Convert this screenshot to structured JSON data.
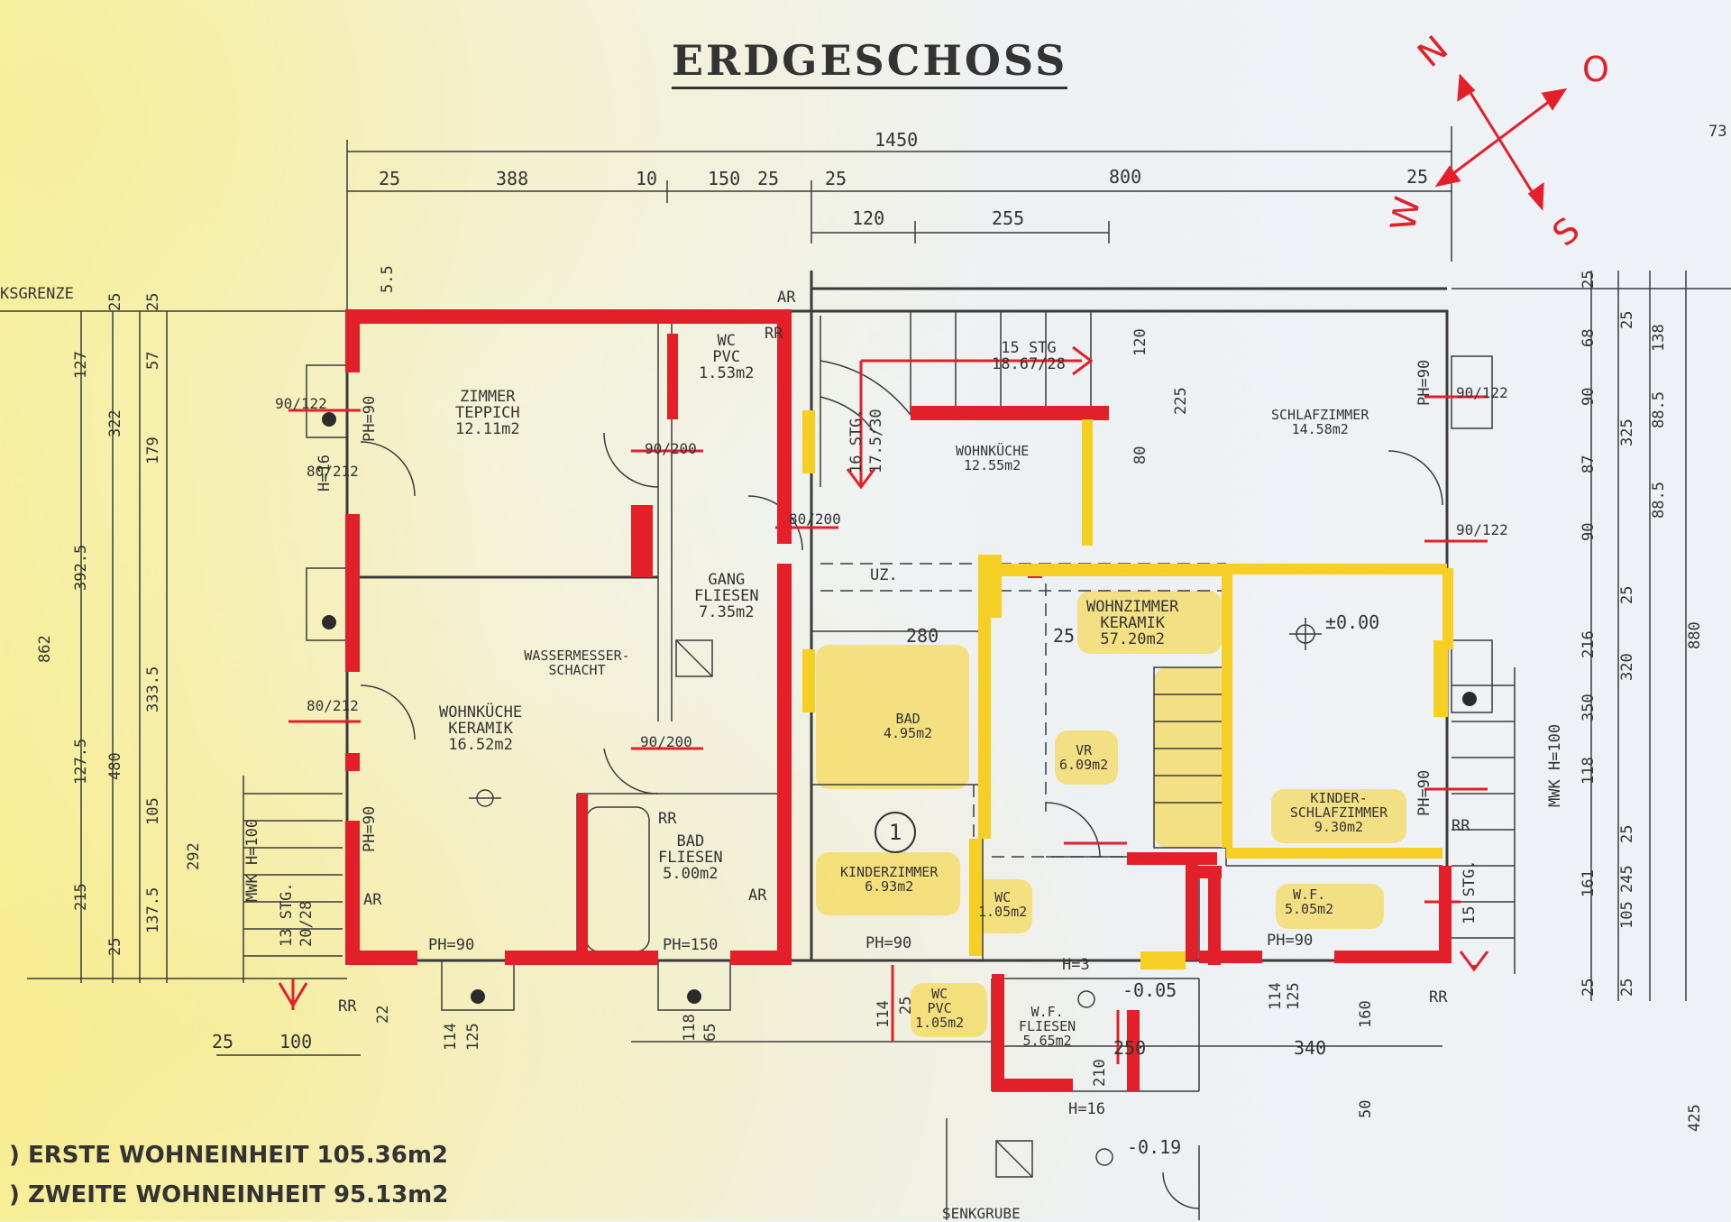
{
  "title": "ERDGESCHOSS",
  "compass": {
    "n": "N",
    "o": "O",
    "s": "S",
    "w": "W"
  },
  "boundary_label": "KSGRENZE",
  "dimensions_top": {
    "total": "1450",
    "a": "25",
    "b": "388",
    "c": "10",
    "d": "150",
    "e": "25",
    "f": "25",
    "g": "800",
    "h": "25",
    "i": "120",
    "j": "255"
  },
  "dimensions_left": [
    "127",
    "322",
    "392.5",
    "862",
    "333.5",
    "127.5",
    "480",
    "105",
    "215",
    "137.5",
    "25",
    "292",
    "179",
    "57",
    "25",
    "25",
    "5.5"
  ],
  "dimensions_right": [
    "25",
    "68",
    "25",
    "138",
    "90",
    "325",
    "87",
    "88.5",
    "90",
    "88.5",
    "25",
    "216",
    "320",
    "880",
    "350",
    "118",
    "245",
    "161",
    "25",
    "105",
    "25",
    "25",
    "425"
  ],
  "dimensions_bottom": [
    "25",
    "100",
    "22",
    "114",
    "125",
    "118",
    "65",
    "114",
    "25",
    "250",
    "210",
    "340",
    "160",
    "50",
    "114",
    "125"
  ],
  "rooms": [
    {
      "name": "ZIMMER",
      "floor": "TEPPICH",
      "area": "12.11m2"
    },
    {
      "name": "WC",
      "floor": "PVC",
      "area": "1.53m2"
    },
    {
      "name": "GANG",
      "floor": "FLIESEN",
      "area": "7.35m2"
    },
    {
      "name": "WOHNKÜCHE",
      "floor": "KERAMIK",
      "area": "16.52m2"
    },
    {
      "name": "BAD",
      "floor": "FLIESEN",
      "area": "5.00m2"
    },
    {
      "name": "WOHNKÜCHE",
      "floor": "",
      "area": "12.55m2"
    },
    {
      "name": "SCHLAFZIMMER",
      "floor": "",
      "area": "14.58m2"
    },
    {
      "name": "WOHNZIMMER",
      "floor": "KERAMIK",
      "area": "57.20m2"
    },
    {
      "name": "BAD",
      "floor": "",
      "area": "4.95m2"
    },
    {
      "name": "VR",
      "floor": "",
      "area": "6.09m2"
    },
    {
      "name": "KINDERZIMMER",
      "floor": "",
      "area": "6.93m2"
    },
    {
      "name": "WC",
      "floor": "",
      "area": "1.05m2"
    },
    {
      "name": "KINDER-SCHLAFZIMMER",
      "floor": "",
      "area": "9.30m2"
    },
    {
      "name": "W.F.",
      "floor": "",
      "area": "5.05m2"
    },
    {
      "name": "WC",
      "floor": "PVC",
      "area": "1.05m2"
    },
    {
      "name": "W.F.",
      "floor": "FLIESEN",
      "area": "5.65m2"
    }
  ],
  "annotations": {
    "wassermesser": "WASSERMESSER-SCHACHT",
    "ar": "AR",
    "rr": "RR",
    "uz": "UZ.",
    "ph90": "PH=90",
    "ph150": "PH=150",
    "stairs_top": "15 STG",
    "stairs_top_ratio": "18.67/28",
    "stairs_left": "16 STG.",
    "stairs_left_ratio": "17.5/30",
    "stairs_left2": "13 STG.",
    "stairs_left2_ratio": "20/28",
    "stairs_right": "15 STG.",
    "mwk_left": "MWK H=100",
    "mwk_right": "MWK H=100",
    "level0": "±0.00",
    "level1": "-0.05",
    "level2": "-0.19",
    "h3": "H=3",
    "h16": "H=16",
    "h16b": "H=16",
    "dim280": "280",
    "dim25": "25",
    "dim225": "225",
    "dim80": "80",
    "dim120": "120",
    "door80_212": "80/212",
    "door80_200": "80/200",
    "door90_200": "90/200",
    "door90_122": "90/122",
    "badge": "1",
    "senkgrube": "SENKGRUBE",
    "w73": "73"
  },
  "legend": [
    "ERSTE WOHNEINHEIT 105.36m2",
    "ZWEITE WOHNEINHEIT 95.13m2"
  ],
  "colors": {
    "wall_red": "#e3202a",
    "highlight_yellow": "#f5cf24",
    "ink": "#333333"
  }
}
